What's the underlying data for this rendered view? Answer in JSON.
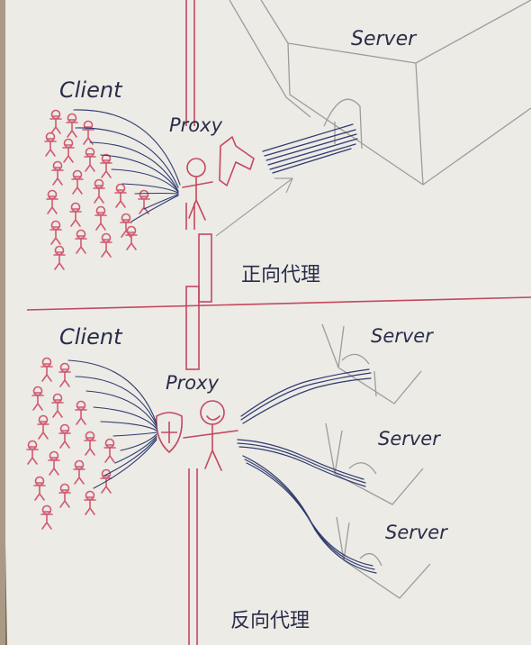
{
  "forward": {
    "client_label": "Client",
    "proxy_label": "Proxy",
    "server_label": "Server",
    "caption": "正向代理"
  },
  "reverse": {
    "client_label": "Client",
    "proxy_label": "Proxy",
    "server_labels": [
      "Server",
      "Server",
      "Server"
    ],
    "caption": "反向代理"
  },
  "colors": {
    "paper": "#ecebe6",
    "pen_blue": "#2f3a6e",
    "pen_red": "#c4485e",
    "pencil": "#9a9a9a"
  }
}
